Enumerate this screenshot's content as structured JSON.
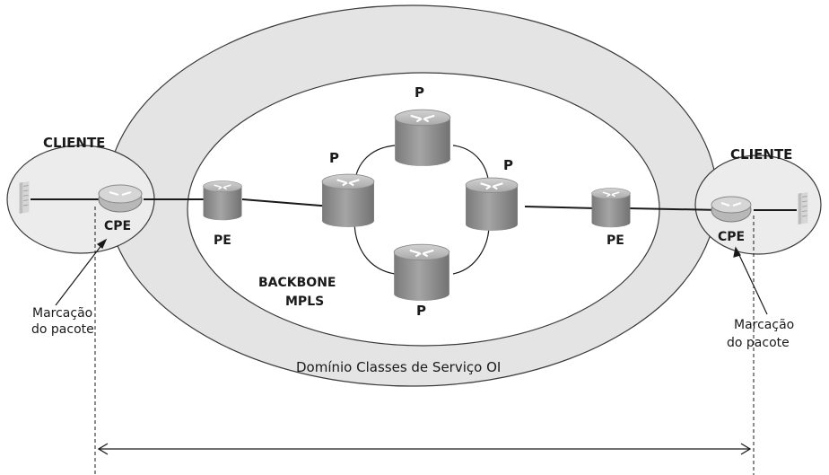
{
  "labels": {
    "cliente_left": "CLIENTE",
    "cliente_right": "CLIENTE",
    "cpe_left": "CPE",
    "cpe_right": "CPE",
    "pe_left": "PE",
    "pe_right": "PE",
    "p_top": "P",
    "p_left": "P",
    "p_right": "P",
    "p_bottom": "P",
    "backbone_line1": "BACKBONE",
    "backbone_line2": "MPLS",
    "domain": "Domínio Classes de Serviço OI",
    "marcacao_left_line1": "Marcação",
    "marcacao_left_line2": "do pacote",
    "marcacao_right_line1": "Marcação",
    "marcacao_right_line2": "do pacote"
  },
  "colors": {
    "outer_domain": "#e4e4e4",
    "inner_backbone": "#ffffff",
    "client_circle": "#ececec",
    "router_body": "#8e8e8e",
    "router_top": "#bdbdbd"
  },
  "icons": {
    "router": "router-icon",
    "server": "server-icon"
  }
}
